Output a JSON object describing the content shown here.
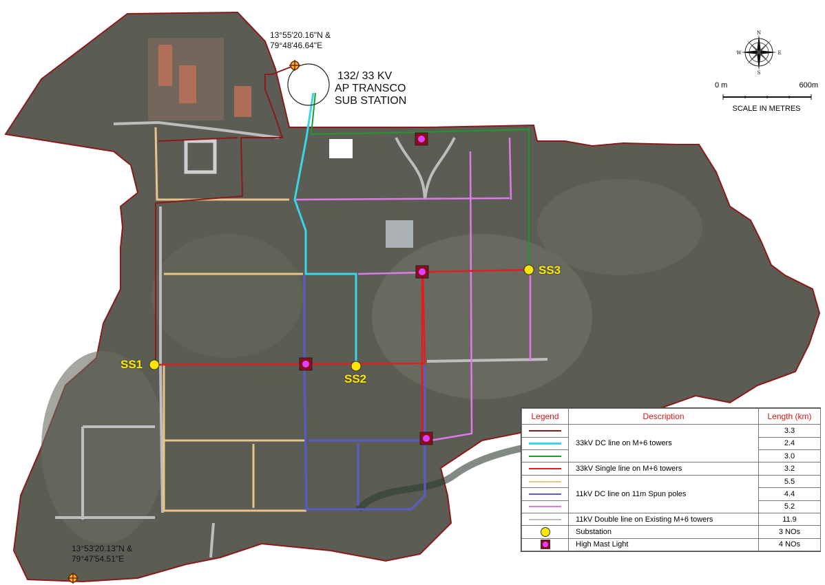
{
  "map": {
    "corner_coords": {
      "top": {
        "line1": "13°55'20.16\"N &",
        "line2": "79°48'46.64\"E"
      },
      "bottom": {
        "line1": "13°53'20.13\"N &",
        "line2": "79°47'54.51\"E"
      }
    },
    "substation_label": {
      "line1": "132/ 33 KV",
      "line2": "AP TRANSCO",
      "line3": "SUB STATION"
    },
    "substations": [
      "SS1",
      "SS2",
      "SS3"
    ],
    "north_label": "N",
    "east_label": "E",
    "south_label": "S",
    "west_label": "W",
    "scale": {
      "start": "0 m",
      "end": "600m",
      "caption": "SCALE IN METRES"
    },
    "colors": {
      "ground": "#5b5d55",
      "boundary": "#8b1a1a",
      "dc33_maroon": "#8b1a1a",
      "dc33_cyan": "#39d6e8",
      "dc33_green": "#1f9a2a",
      "single33_red": "#e31d1d",
      "dc11_tan": "#e8c48a",
      "dc11_blue": "#5a5ac8",
      "dc11_violet": "#e07ae8",
      "double11_grey": "#bdbdbd",
      "substation": "#ffe600",
      "mast_outer": "#8b0d1a",
      "mast_inner": "#e040ff"
    }
  },
  "legend": {
    "headers": {
      "legend": "Legend",
      "description": "Description",
      "length": "Length (km)"
    },
    "groups": {
      "dc33": "33kV DC line on M+6 towers",
      "single33": "33kV Single line on M+6 towers",
      "dc11": "11kV DC line on 11m Spun poles",
      "double11": "11kV Double line on Existing M+6 towers",
      "substation": "Substation",
      "mast": "High Mast Light"
    },
    "lengths": {
      "dc33_maroon": "3.3",
      "dc33_cyan": "2.4",
      "dc33_green": "3.0",
      "single33_red": "3.2",
      "dc11_tan": "5.5",
      "dc11_blue": "4.4",
      "dc11_violet": "5.2",
      "double11_grey": "11.9",
      "substation": "3 NOs",
      "mast": "4 NOs"
    }
  }
}
